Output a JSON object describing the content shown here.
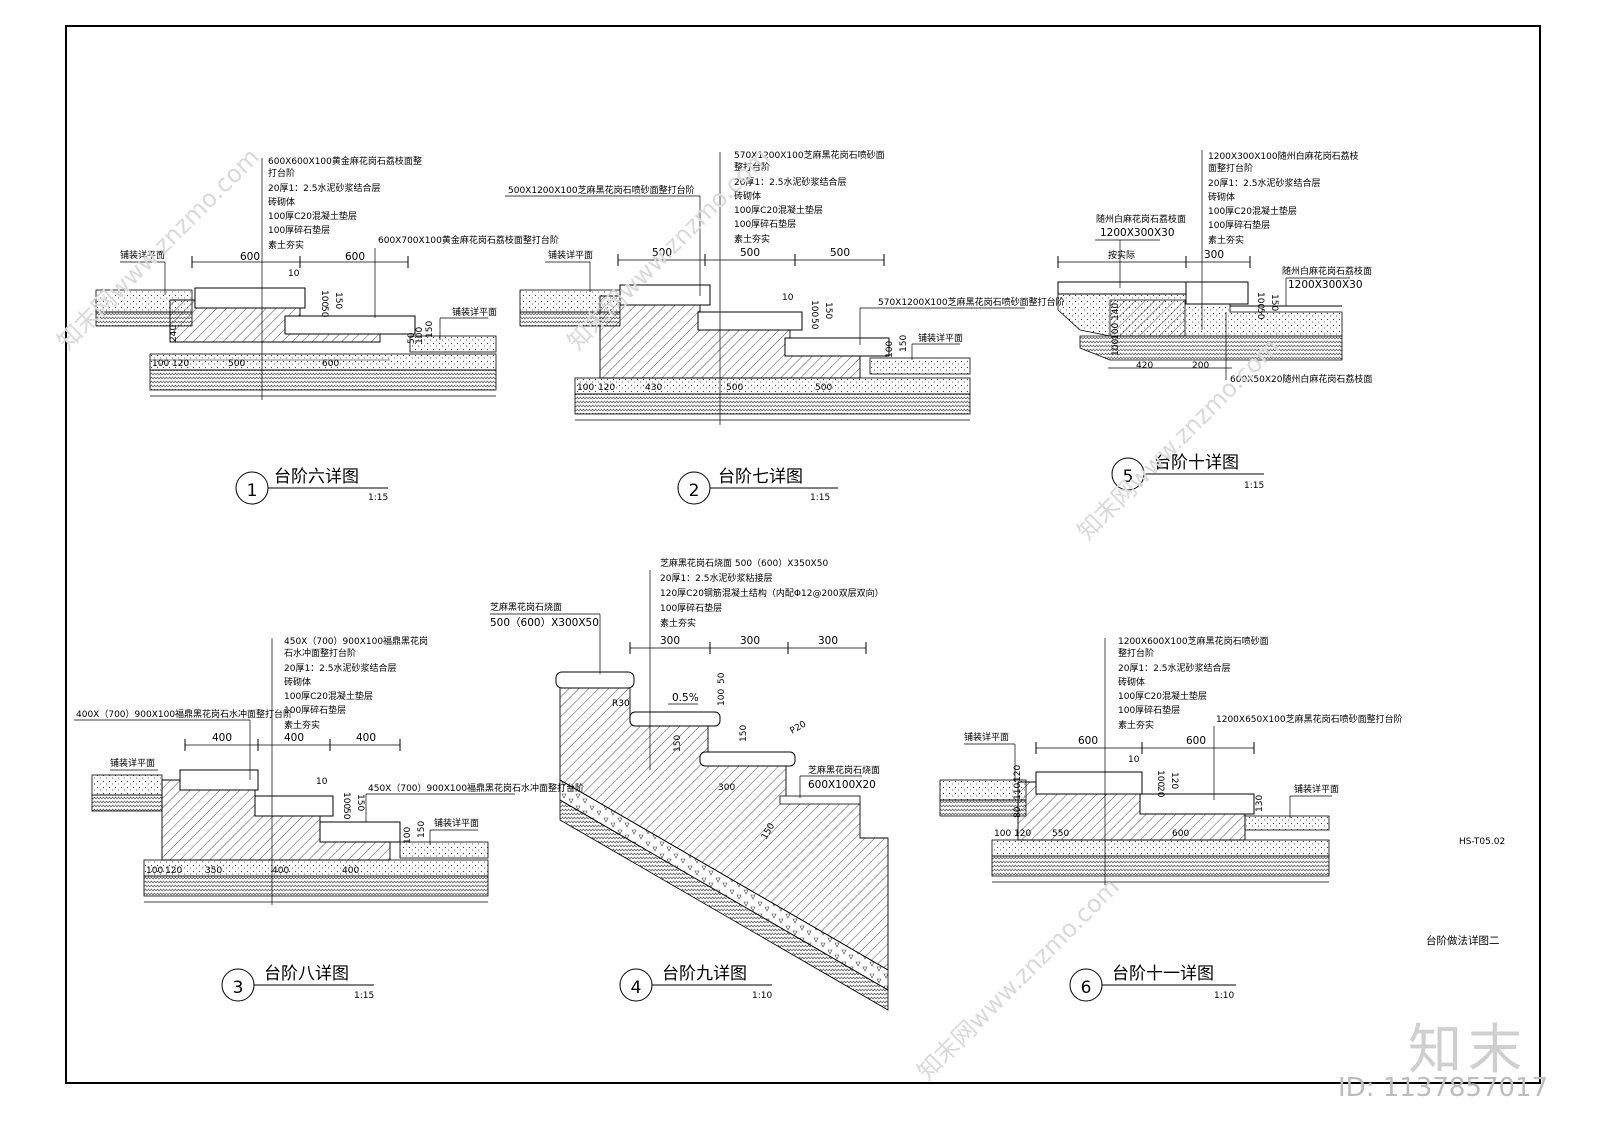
{
  "drawing_code": "HS-T05.02",
  "sheet_title": "台阶做法详图二",
  "watermark": {
    "brand": "知末",
    "id": "ID: 1137857017",
    "site": "知末网www.znzmo.com"
  },
  "details": [
    {
      "key": "d1",
      "num": "1",
      "title": "台阶六详图",
      "scale": "1:15",
      "notes": [
        "600X600X100黄金麻花岗石荔枝面整",
        "打台阶",
        "20厚1：2.5水泥砂浆结合层",
        "砖砌体",
        "100厚C20混凝土垫层",
        "100厚碎石垫层",
        "素土夯实"
      ],
      "extra": [
        "600X700X100黄金麻花岗石荔枝面整打台阶",
        "铺装详平面",
        "铺装详平面"
      ],
      "dims": [
        "600",
        "600",
        "10",
        "100",
        "50",
        "150",
        "240",
        "100",
        "120",
        "500",
        "600",
        "50",
        "100",
        "150"
      ]
    },
    {
      "key": "d2",
      "num": "2",
      "title": "台阶七详图",
      "scale": "1:15",
      "notes": [
        "570X1200X100芝麻黑花岗石喷砂面",
        "整打台阶",
        "20厚1：2.5水泥砂浆结合层",
        "砖砌体",
        "100厚C20混凝土垫层",
        "100厚碎石垫层",
        "素土夯实"
      ],
      "extra": [
        "500X1200X100芝麻黑花岗石喷砂面整打台阶",
        "570X1200X100芝麻黑花岗石喷砂面整打台阶",
        "铺装详平面",
        "铺装详平面"
      ],
      "dims": [
        "500",
        "500",
        "500",
        "10",
        "100",
        "50",
        "150",
        "100",
        "120",
        "430",
        "500",
        "500",
        "100",
        "150"
      ]
    },
    {
      "key": "d5",
      "num": "5",
      "title": "台阶十详图",
      "scale": "1:15",
      "notes": [
        "1200X300X100随州白麻花岗石荔枝",
        "面整打台阶",
        "20厚1：2.5水泥砂浆结合层",
        "砖砌体",
        "100厚C20混凝土垫层",
        "100厚碎石垫层",
        "素土夯实"
      ],
      "extra": [
        "随州白麻花岗石荔枝面",
        "1200X300X30",
        "随州白麻花岗石荔枝面",
        "1200X300X30",
        "600X50X20随州白麻花岗石荔枝面"
      ],
      "dims": [
        "按实际",
        "300",
        "100",
        "50",
        "150",
        "140",
        "100",
        "100",
        "420",
        "200"
      ]
    },
    {
      "key": "d3",
      "num": "3",
      "title": "台阶八详图",
      "scale": "1:15",
      "notes": [
        "450X（700）900X100福鼎黑花岗",
        "石水冲面整打台阶",
        "20厚1：2.5水泥砂浆结合层",
        "砖砌体",
        "100厚C20混凝土垫层",
        "100厚碎石垫层",
        "素土夯实"
      ],
      "extra": [
        "400X（700）900X100福鼎黑花岗石水冲面整打台阶",
        "450X（700）900X100福鼎黑花岗石水冲面整打台阶",
        "铺装详平面",
        "铺装详平面"
      ],
      "dims": [
        "400",
        "400",
        "400",
        "10",
        "100",
        "50",
        "150",
        "100",
        "120",
        "350",
        "400",
        "400",
        "100",
        "150"
      ]
    },
    {
      "key": "d4",
      "num": "4",
      "title": "台阶九详图",
      "scale": "1:10",
      "notes": [
        "芝麻黑花岗石烧面 500（600）X350X50",
        "20厚1：2.5水泥砂浆粘接层",
        "120厚C20钢筋混凝土结构（内配Φ12@200双层双向）",
        "100厚碎石垫层",
        "素土夯实"
      ],
      "extra": [
        "芝麻黑花岗石烧面",
        "500（600）X300X50",
        "芝麻黑花岗石烧面",
        "600X100X20",
        "0.5%",
        "P20"
      ],
      "dims": [
        "300",
        "300",
        "300",
        "R30",
        "100",
        "50",
        "150",
        "150",
        "300",
        "150"
      ]
    },
    {
      "key": "d6",
      "num": "6",
      "title": "台阶十一详图",
      "scale": "1:10",
      "notes": [
        "1200X600X100芝麻黑花岗石喷砂面",
        "整打台阶",
        "20厚1：2.5水泥砂浆结合层",
        "砖砌体",
        "100厚C20混凝土垫层",
        "100厚碎石垫层",
        "素土夯实"
      ],
      "extra": [
        "1200X650X100芝麻黑花岗石喷砂面整打台阶",
        "铺装详平面",
        "铺装详平面"
      ],
      "dims": [
        "600",
        "600",
        "10",
        "100",
        "20",
        "120",
        "130",
        "80",
        "110",
        "120",
        "100",
        "120",
        "550",
        "600"
      ]
    }
  ]
}
